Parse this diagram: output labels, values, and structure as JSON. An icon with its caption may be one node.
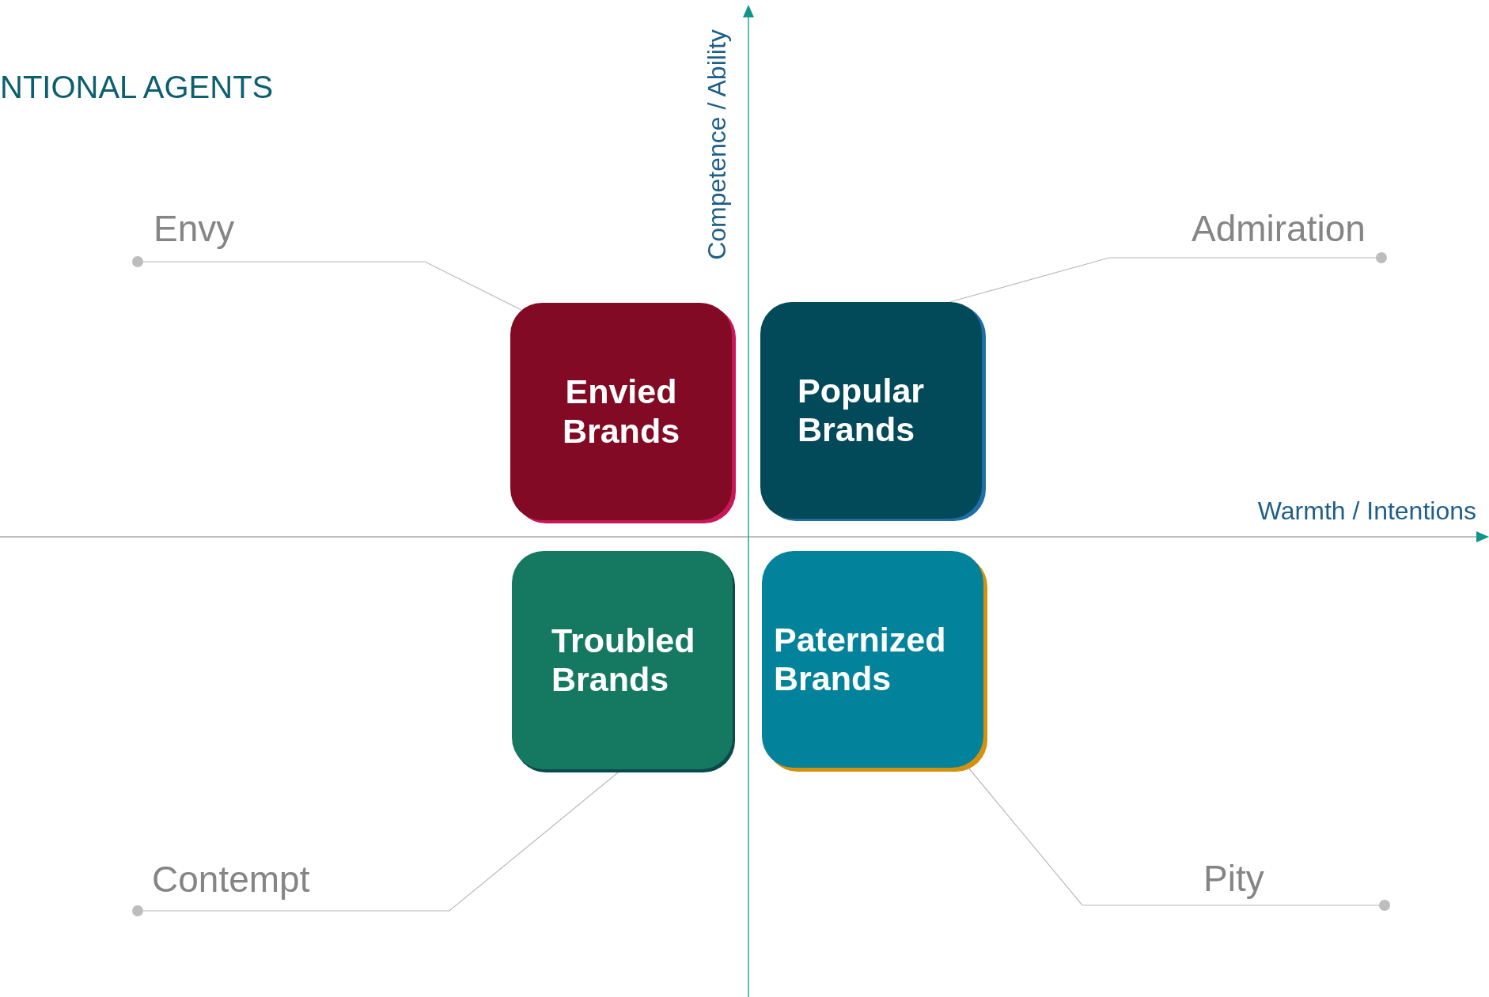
{
  "diagram": {
    "title": "NTIONAL AGENTS",
    "nodes": [
      {
        "text": [
          "Envy"
        ]
      },
      {
        "text": [
          "Admiration"
        ]
      },
      {
        "text": [
          "Envied Brands"
        ]
      },
      {
        "text": [
          "Popular Brands"
        ]
      },
      {
        "text": [
          "Troubled Brands"
        ]
      },
      {
        "text": [
          "Paternized Brands"
        ]
      },
      {
        "text": [
          "Contempt"
        ]
      },
      {
        "text": [
          "Pity"
        ]
      }
    ],
    "edges": [
      {
        "from": 0,
        "to": 2,
        "arrow": "other"
      },
      {
        "from": 1,
        "to": 3,
        "arrow": "other"
      },
      {
        "from": 6,
        "to": 4,
        "arrow": "other"
      },
      {
        "from": 7,
        "to": 5,
        "arrow": "other"
      }
    ],
    "labels": [
      "Competence / Ability",
      "Warmth / Intentions"
    ]
  }
}
